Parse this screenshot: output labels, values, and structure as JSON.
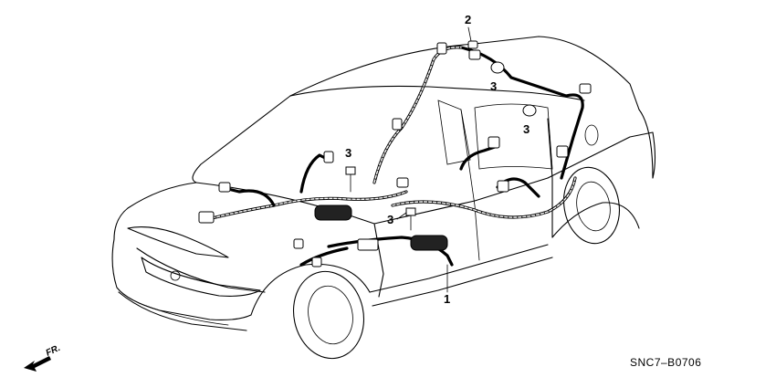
{
  "callouts": {
    "harness": "1",
    "clip": "2",
    "bolt": "3"
  },
  "diagram_code": "SNC7–B0706",
  "direction_label": "FR.",
  "colors": {
    "ink": "#000000",
    "paper": "#ffffff"
  }
}
